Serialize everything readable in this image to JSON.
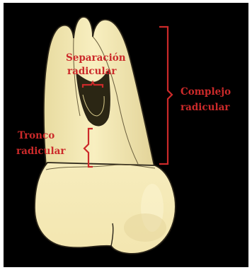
{
  "figure": {
    "background_color": "#000000",
    "tooth_fill_color": "#f5ebb4",
    "outline_color": "#2a2418",
    "annotation_color": "#cc2a2a",
    "labels": {
      "separacion_line1": "Separación",
      "separacion_line2": "radicular",
      "complejo_line1": "Complejo",
      "complejo_line2": "radicular",
      "tronco_line1": "Tronco",
      "tronco_line2": "radicular"
    }
  }
}
